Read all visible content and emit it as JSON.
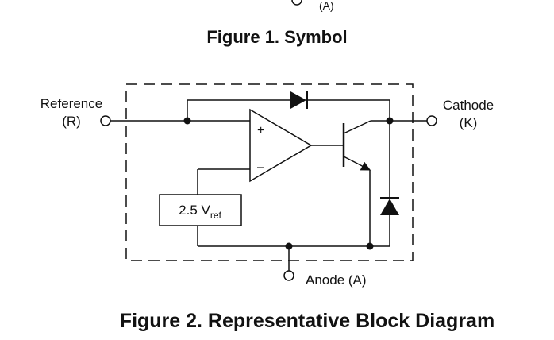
{
  "top_fragment": {
    "anode_label": "(A)"
  },
  "figure1": {
    "caption": "Figure 1. Symbol"
  },
  "figure2": {
    "caption": "Figure 2. Representative Block Diagram",
    "reference_label": "Reference",
    "reference_pin": "(R)",
    "cathode_label": "Cathode",
    "cathode_pin": "(K)",
    "anode_label": "Anode (A)",
    "opamp_plus": "+",
    "opamp_minus": "–",
    "vref_value": "2.5 V",
    "vref_subscript": "ref"
  }
}
